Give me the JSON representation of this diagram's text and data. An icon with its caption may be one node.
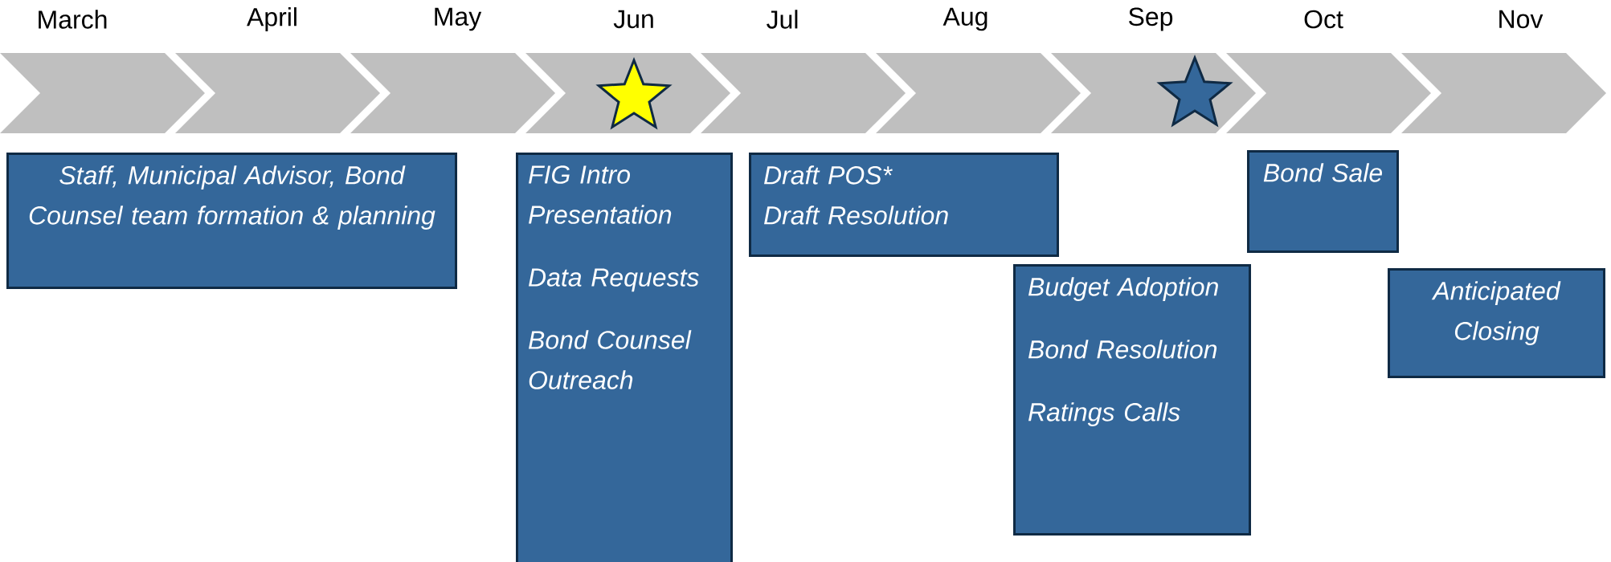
{
  "diagram": {
    "nodes": [
      {
        "text": [
          "Staff, Municipal Advisor, Bond Counsel team formation & planning"
        ]
      },
      {
        "text": [
          "FIG Intro Presentation",
          "Data Requests",
          "Bond Counsel Outreach"
        ]
      },
      {
        "text": [
          "Draft POS*",
          "Draft Resolution"
        ]
      },
      {
        "text": [
          "Bond Sale"
        ]
      },
      {
        "text": [
          "Budget Adoption",
          "Bond Resolution",
          "Ratings Calls"
        ]
      },
      {
        "text": [
          "Anticipated Closing"
        ]
      }
    ],
    "labels": [
      "March",
      "April",
      "May",
      "Jun",
      "Jul",
      "Aug",
      "Sep",
      "Oct",
      "Nov"
    ]
  }
}
